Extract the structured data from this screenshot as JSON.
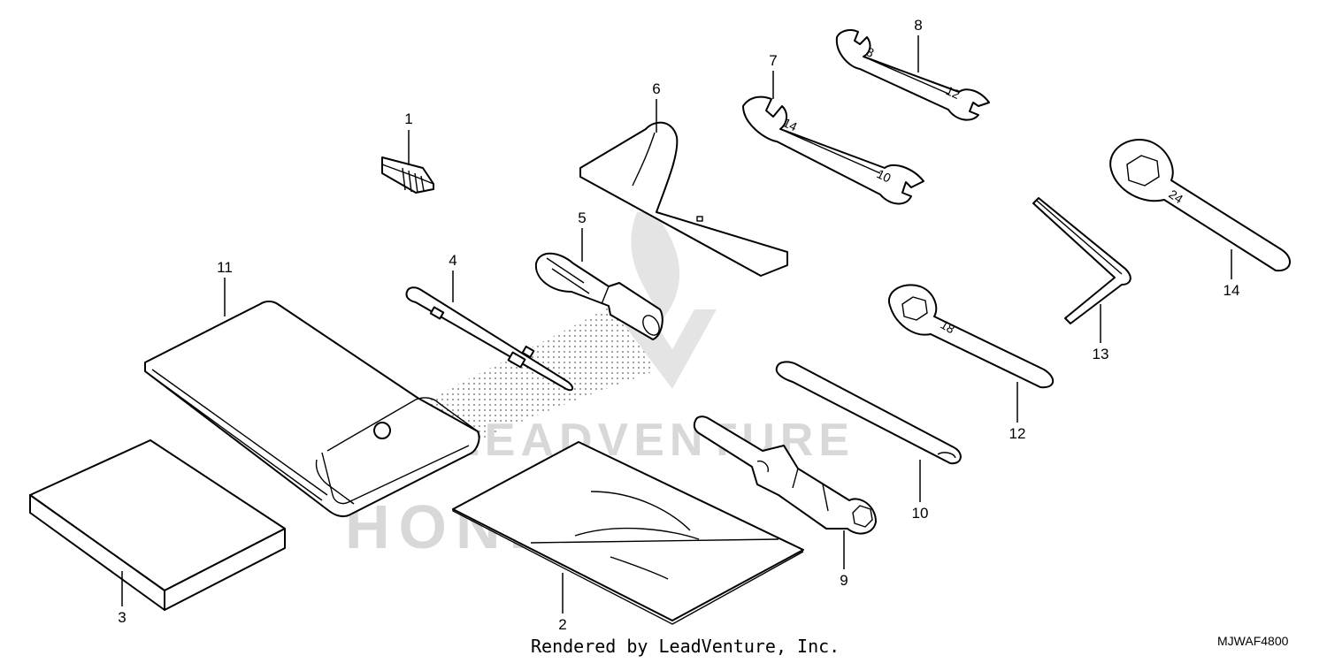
{
  "diagram": {
    "callouts": [
      "1",
      "2",
      "3",
      "4",
      "5",
      "6",
      "7",
      "8",
      "9",
      "10",
      "11",
      "12",
      "13",
      "14"
    ],
    "footer": "Rendered by LeadVenture, Inc.",
    "diagram_code": "MJWAF4800",
    "watermark": "LEADVENTURE",
    "brand_watermark": "HONDA",
    "wrench_marks": {
      "part7_left": "14",
      "part7_right": "10",
      "part8_left": "8",
      "part8_right": "12",
      "part12": "18",
      "part14": "24"
    }
  }
}
